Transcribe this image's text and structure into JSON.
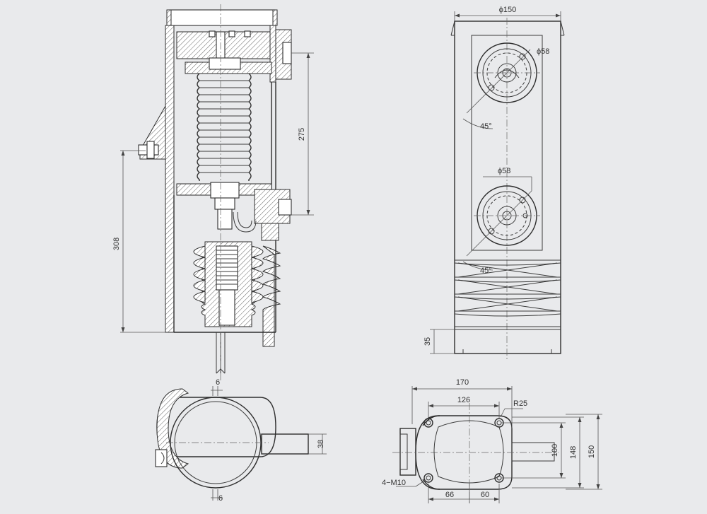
{
  "labels": {
    "side_height_308": "308",
    "side_height_275": "275",
    "front_width_phi150": "ϕ150",
    "front_hole_upper_phi58": "ϕ58",
    "front_hole_lower_phi58": "ϕ58",
    "front_angle_upper_45": "45°",
    "front_angle_lower_45": "45°",
    "front_base_35": "35",
    "top_width_6_upper": "6",
    "top_width_6_lower": "6",
    "top_arm_38": "38",
    "base_width_170": "170",
    "base_width_126": "126",
    "base_radius_r25": "R25",
    "base_height_100": "100",
    "base_height_148": "148",
    "base_height_150": "150",
    "base_holes_4m10": "4−M10",
    "base_offset_66": "66",
    "base_offset_60": "60"
  },
  "colors": {
    "background": "#e9eaec",
    "line": "#2e2e2e",
    "fill": "#ffffff"
  }
}
